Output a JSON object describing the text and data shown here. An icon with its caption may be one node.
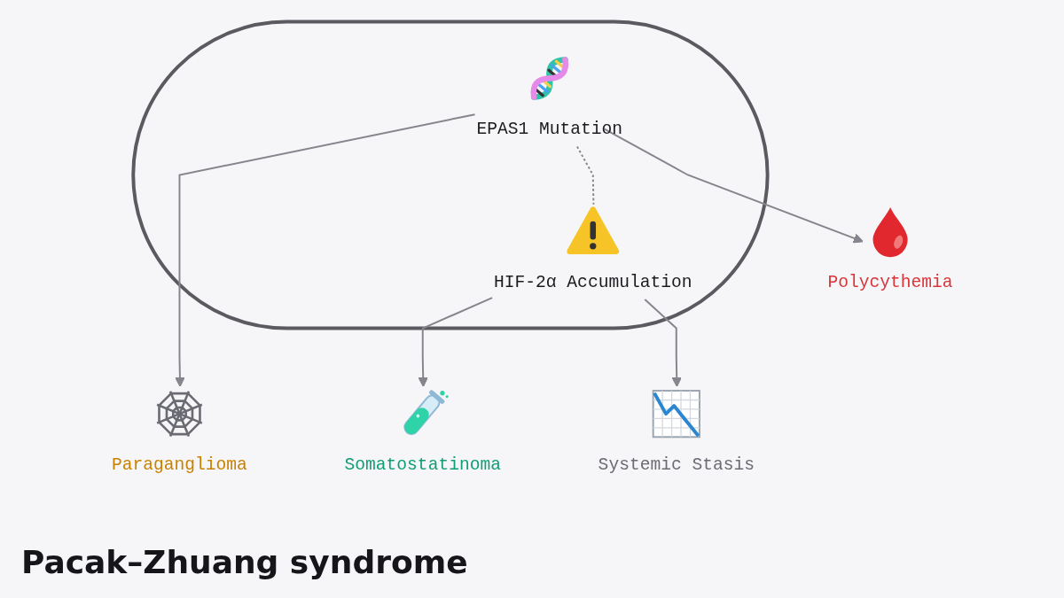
{
  "diagram": {
    "title": "Pacak–Zhuang syndrome",
    "nodes": [
      {
        "text": [],
        "shape": "capsule"
      },
      {
        "text": [
          "EPAS1 Mutation"
        ],
        "in": 0
      },
      {
        "text": [
          "Polycythemia"
        ]
      },
      {
        "text": [
          "Paraganglioma"
        ]
      },
      {
        "text": [
          "HIF-2α Accumulation"
        ],
        "in": 0
      },
      {
        "text": [
          "Somatostatinoma"
        ]
      },
      {
        "text": [
          "Systemic Stasis"
        ]
      }
    ],
    "edges": [
      {
        "from": 1,
        "to": 2,
        "arrow": "to"
      },
      {
        "from": 1,
        "to": 3,
        "arrow": "to"
      },
      {
        "from": 1,
        "to": 4,
        "arrow": "none",
        "style": "dashed"
      },
      {
        "from": 4,
        "to": 5,
        "arrow": "to"
      },
      {
        "from": 4,
        "to": 6,
        "arrow": "to"
      }
    ]
  }
}
